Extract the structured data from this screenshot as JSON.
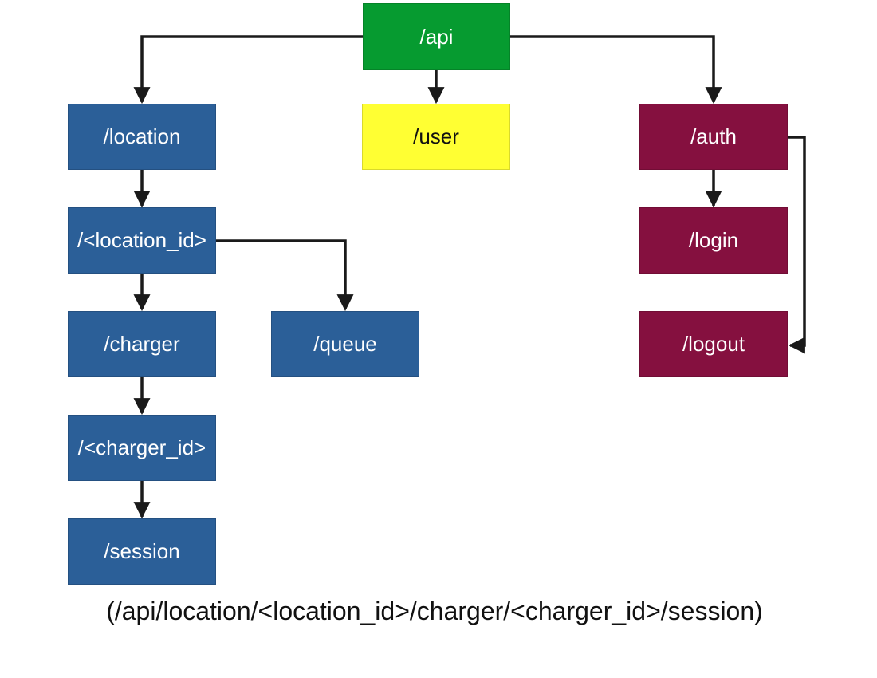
{
  "colors": {
    "root": "#069b30",
    "user": "#ffff33",
    "location_branch": "#2b5f98",
    "auth_branch": "#85103f",
    "light_text": "#ffffff",
    "dark_text": "#111111",
    "connector": "#1a1a1a"
  },
  "nodes": {
    "api": "/api",
    "location": "/location",
    "user": "/user",
    "auth": "/auth",
    "location_id": "/<location_id>",
    "login": "/login",
    "charger": "/charger",
    "queue": "/queue",
    "logout": "/logout",
    "charger_id": "/<charger_id>",
    "session": "/session"
  },
  "caption": "(/api/location/<location_id>/charger/<charger_id>/session)"
}
